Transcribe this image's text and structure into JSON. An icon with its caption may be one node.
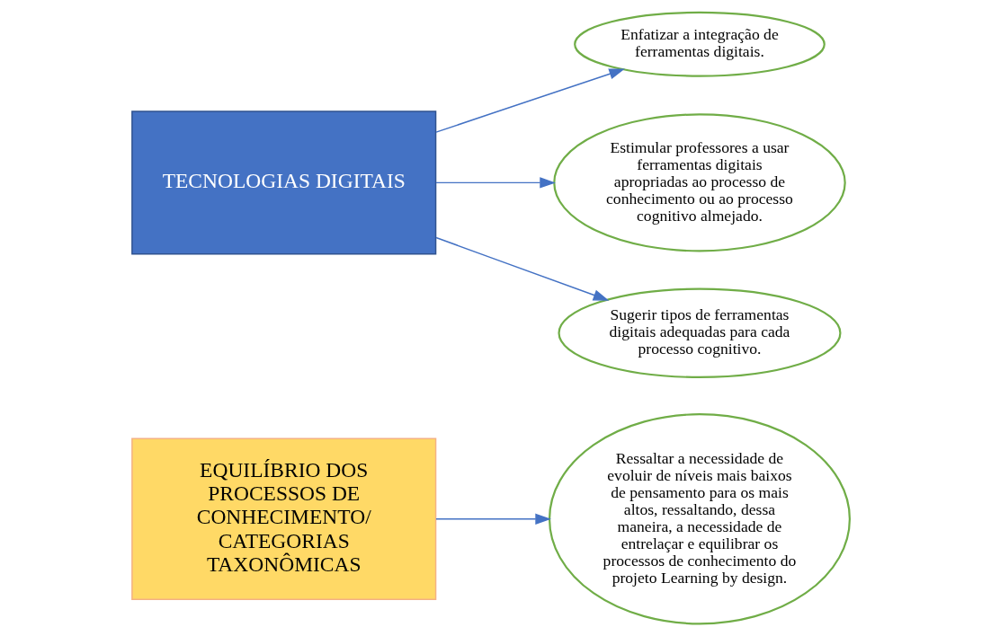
{
  "diagram": {
    "nodes": [
      {
        "text": [
          "EQUILÍBRIO DOS PROCESSOS DE CONHECIMENTO/ CATEGORIAS TAXONÔMICAS"
        ]
      },
      {
        "text": [
          "Ressaltar a necessidade de evoluir de níveis mais baixos de pensamento para os mais altos, ressaltando, dessa maneira, a necessidade de entrelaçar e equilibrar os processos de conhecimento do projeto Learning by design."
        ]
      },
      {
        "text": [
          "TECNOLOGIAS DIGITAIS"
        ]
      },
      {
        "text": [
          "Enfatizar a integração de ferramentas digitais."
        ]
      },
      {
        "text": [
          "Estimular professores a usar ferramentas digitais apropriadas ao processo de conhecimento ou ao processo cognitivo almejado."
        ]
      },
      {
        "text": [
          "Sugerir tipos de ferramentas digitais adequadas para cada processo cognitivo."
        ]
      }
    ],
    "edges": [
      {
        "from": 0,
        "to": 1,
        "arrow": "to"
      },
      {
        "from": 2,
        "to": 3,
        "arrow": "to"
      },
      {
        "from": 2,
        "to": 4,
        "arrow": "to"
      },
      {
        "from": 2,
        "to": 5,
        "arrow": "to"
      }
    ]
  }
}
